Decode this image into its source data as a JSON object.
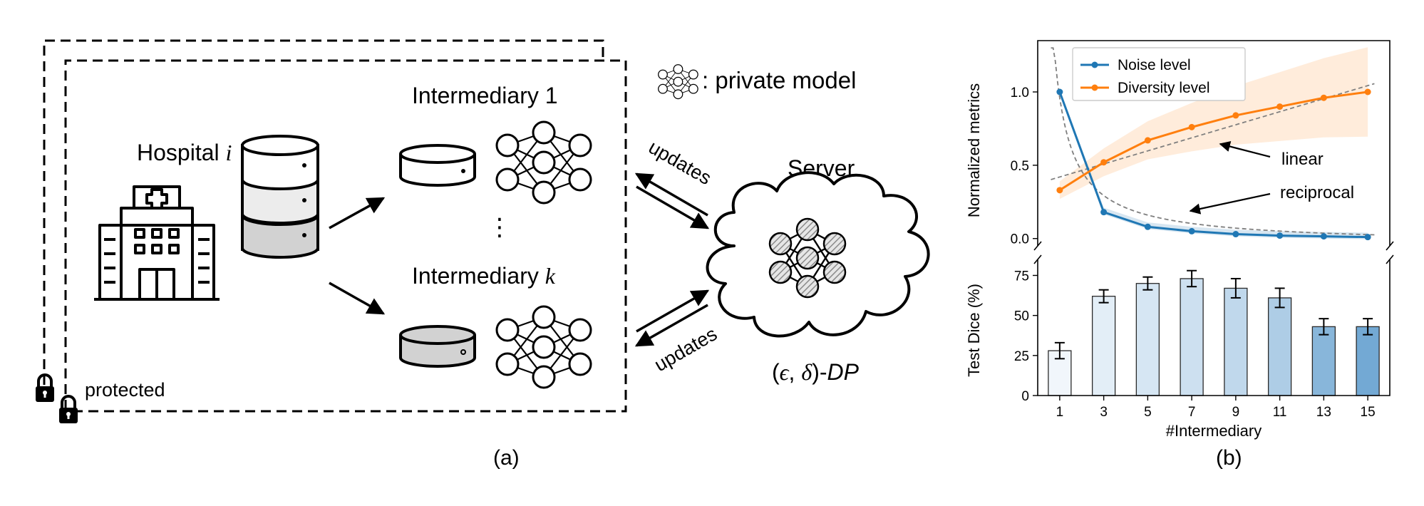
{
  "panel_a": {
    "caption": "(a)",
    "hospital": {
      "label": "Hospital",
      "var": "i"
    },
    "intermediary_top": "Intermediary 1",
    "intermediary_bottom": {
      "label": "Intermediary",
      "var": "k"
    },
    "dots": "⋮",
    "legend": ": private model",
    "server": "Server",
    "updates_top": "updates",
    "updates_bottom": "updates",
    "dp": {
      "eps": "ϵ",
      "delta": "δ",
      "suffix": "DP"
    },
    "protected": "protected"
  },
  "panel_b": {
    "caption": "(b)",
    "colors": {
      "noise": "#1f77b4",
      "diversity": "#ff7f0e",
      "fit": "#7f7f7f",
      "bars": [
        "#f1f6fb",
        "#e3eef7",
        "#d6e6f3",
        "#cde0f0",
        "#c0d8ec",
        "#aecde6",
        "#88b6da",
        "#73a9d4"
      ]
    },
    "annotations": {
      "linear": "linear",
      "reciprocal": "reciprocal"
    }
  },
  "chart_data": [
    {
      "type": "line",
      "ylabel": "Normalized metrics",
      "x": [
        1,
        3,
        5,
        7,
        9,
        11,
        13,
        15
      ],
      "yticks": [
        0.0,
        0.5,
        1.0
      ],
      "ylim": [
        -0.05,
        1.35
      ],
      "legend_position": "top-left",
      "series": [
        {
          "name": "Noise level",
          "values": [
            1.0,
            0.18,
            0.08,
            0.05,
            0.03,
            0.02,
            0.015,
            0.01
          ]
        },
        {
          "name": "Diversity level",
          "values": [
            0.33,
            0.52,
            0.67,
            0.76,
            0.84,
            0.9,
            0.96,
            1.0
          ]
        }
      ]
    },
    {
      "type": "bar",
      "xlabel": "#Intermediary",
      "ylabel": "Test Dice (%)",
      "categories": [
        "1",
        "3",
        "5",
        "7",
        "9",
        "11",
        "13",
        "15"
      ],
      "values": [
        28,
        62,
        70,
        73,
        67,
        61,
        43,
        43
      ],
      "errors": [
        5,
        4,
        4,
        5,
        6,
        6,
        5,
        5
      ],
      "yticks": [
        0,
        25,
        50,
        75
      ],
      "ylim": [
        0,
        85
      ]
    }
  ]
}
